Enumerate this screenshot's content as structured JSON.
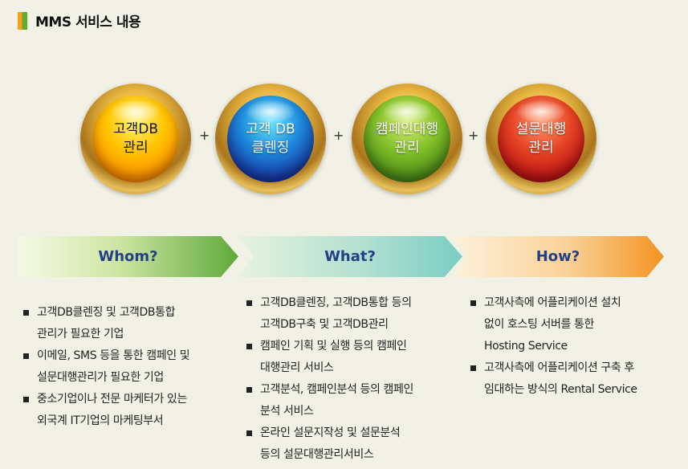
{
  "title": "MMS 서비스 내용",
  "services": [
    {
      "label": "고객DB\n관리"
    },
    {
      "label": "고객 DB\n클렌징"
    },
    {
      "label": "캠페인대행\n관리"
    },
    {
      "label": "설문대행\n관리"
    }
  ],
  "plus_sign": "+",
  "bands": [
    {
      "label": "Whom?"
    },
    {
      "label": "What?"
    },
    {
      "label": "How?"
    }
  ],
  "whom_items": [
    "고객DB클렌징 및 고객DB통합\n관리가 필요한 기업",
    "이메일, SMS 등을 통한 캠페인 및\n설문대행관리가 필요한 기업",
    "중소기업이나 전문 마케터가 있는\n외국계 IT기업의 마케팅부서"
  ],
  "what_items": [
    "고객DB클렌징, 고객DB통합 등의\n고객DB구축 및 고객DB관리",
    "캠페인 기획 및 실행 등의  캠페인\n대행관리 서비스",
    "고객분석, 캠페인분석 등의 캠페인\n분석 서비스",
    "온라인 설문지작성 및 설문분석\n등의 설문대행관리서비스"
  ],
  "how_items": [
    "고객사측에 어플리케이션 설치\n없이 호스팅 서버를 통한\nHosting Service",
    "고객사측에 어플리케이션 구축 후\n임대하는 방식의 Rental Service"
  ]
}
